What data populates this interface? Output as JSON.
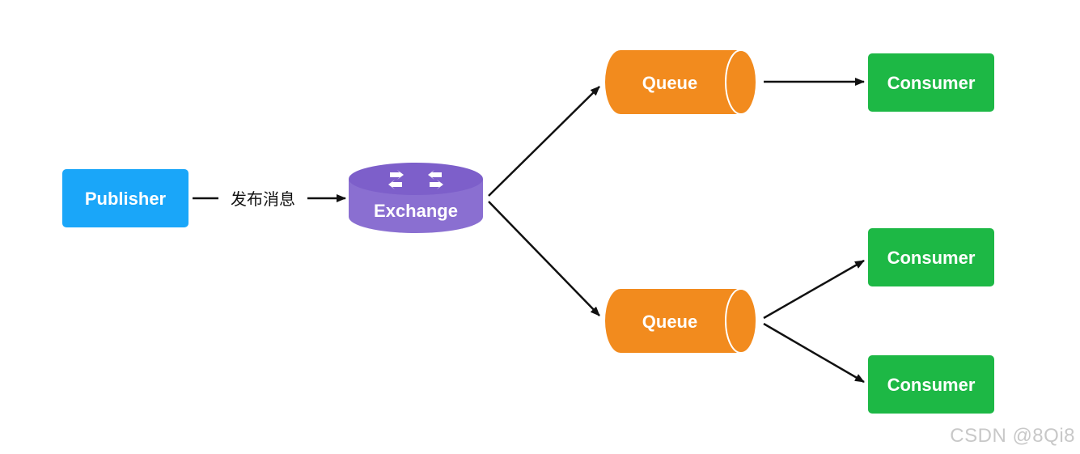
{
  "nodes": {
    "publisher": {
      "label": "Publisher",
      "color": "#1aa6f9"
    },
    "exchange": {
      "label": "Exchange",
      "color": "#8a6fd1",
      "top_color": "#7d5fca",
      "icon": "router-arrows-icon"
    },
    "queue_1": {
      "label": "Queue",
      "color": "#f28b1e"
    },
    "queue_2": {
      "label": "Queue",
      "color": "#f28b1e"
    },
    "consumer_1": {
      "label": "Consumer",
      "color": "#1db845"
    },
    "consumer_2": {
      "label": "Consumer",
      "color": "#1db845"
    },
    "consumer_3": {
      "label": "Consumer",
      "color": "#1db845"
    }
  },
  "edges": {
    "publish_label": "发布消息",
    "arrow_color": "#111111"
  },
  "watermark": "CSDN @8Qi8"
}
